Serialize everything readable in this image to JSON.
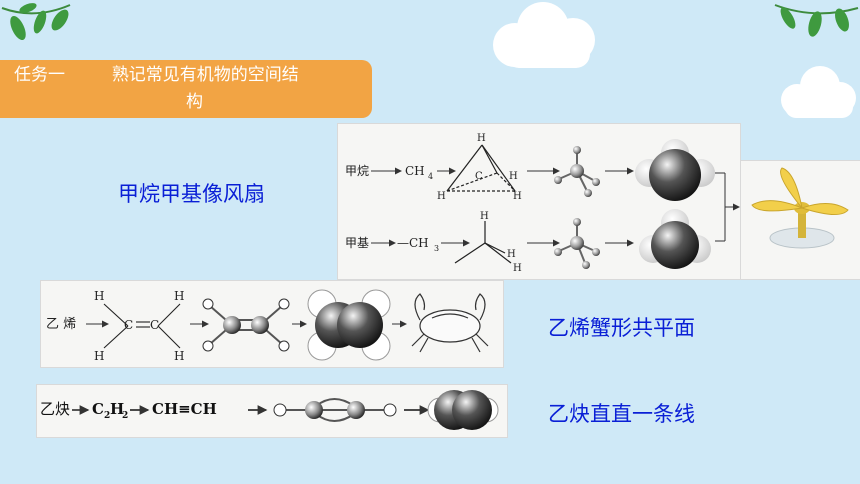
{
  "banner": {
    "task_label": "任务一",
    "title_line1": "熟记常见有机物的空间结",
    "title_line2": "构"
  },
  "captions": {
    "methane": "甲烷甲基像风扇",
    "ethylene": "乙烯蟹形共平面",
    "acetylene": "乙炔直直一条线"
  },
  "methane_panel": {
    "methane_name": "甲烷",
    "methane_formula": "CH",
    "methane_sub": "4",
    "methyl_name": "甲基",
    "methyl_formula": "—CH",
    "methyl_sub": "3",
    "atom_h": "H",
    "atom_c": "C"
  },
  "ethylene_panel": {
    "name": "乙 烯",
    "atom_h": "H",
    "atom_c": "C"
  },
  "acetylene_panel": {
    "name": "乙炔",
    "formula_c": "C",
    "formula_h": "H",
    "sub2": "2",
    "structure": "CH≡CH"
  },
  "colors": {
    "background": "#cfe9f7",
    "banner": "#f2a444",
    "caption": "#0a1fd6"
  }
}
